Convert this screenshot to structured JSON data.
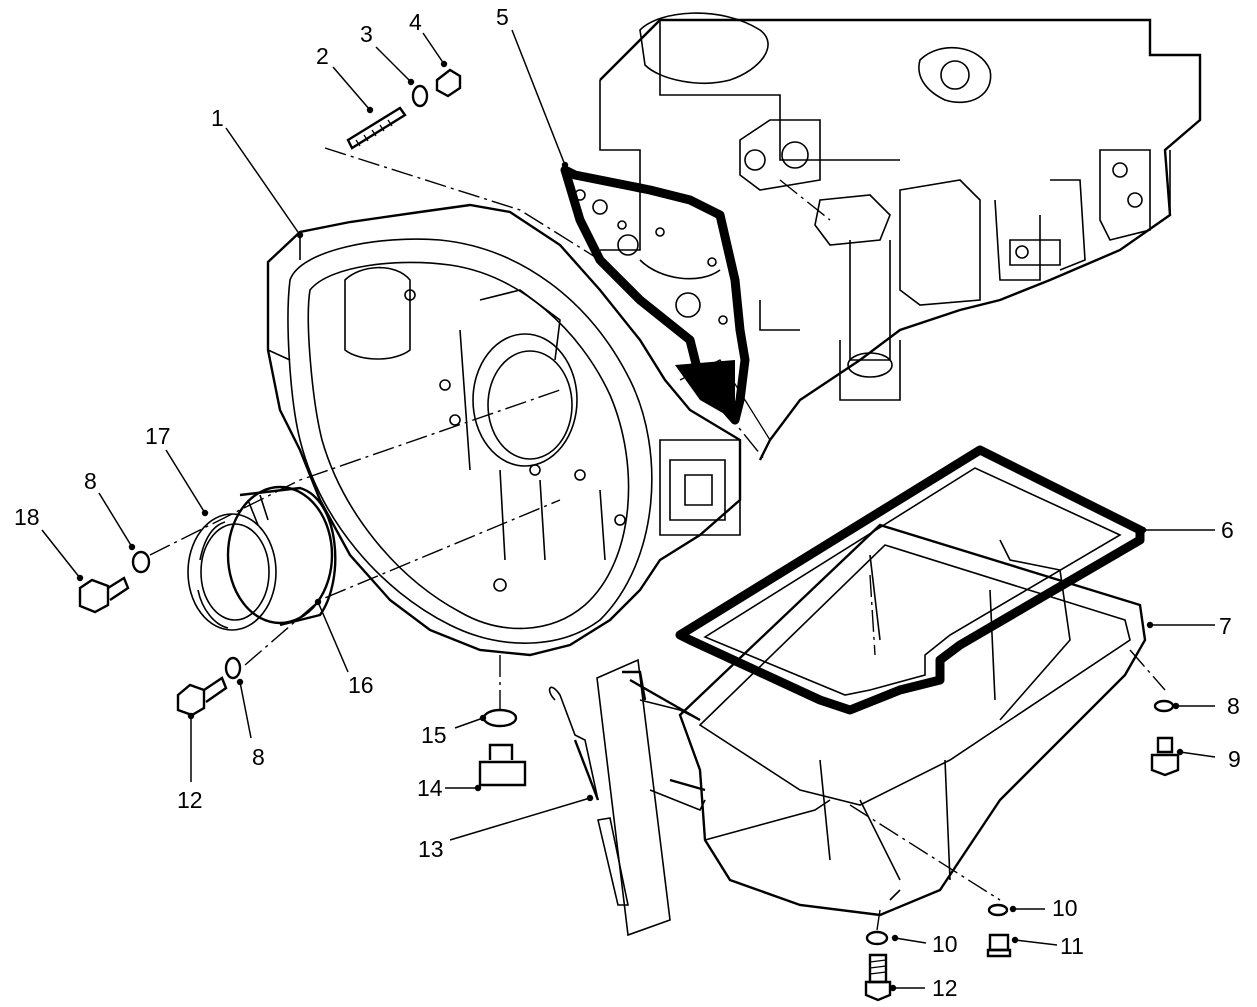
{
  "callouts": [
    {
      "id": "c1",
      "text": "1"
    },
    {
      "id": "c2",
      "text": "2"
    },
    {
      "id": "c3",
      "text": "3"
    },
    {
      "id": "c4",
      "text": "4"
    },
    {
      "id": "c5",
      "text": "5"
    },
    {
      "id": "c6",
      "text": "6"
    },
    {
      "id": "c7",
      "text": "7"
    },
    {
      "id": "c8a",
      "text": "8"
    },
    {
      "id": "c8b",
      "text": "8"
    },
    {
      "id": "c8c",
      "text": "8"
    },
    {
      "id": "c9",
      "text": "9"
    },
    {
      "id": "c10a",
      "text": "10"
    },
    {
      "id": "c10b",
      "text": "10"
    },
    {
      "id": "c11",
      "text": "11"
    },
    {
      "id": "c12a",
      "text": "12"
    },
    {
      "id": "c12b",
      "text": "12"
    },
    {
      "id": "c13",
      "text": "13"
    },
    {
      "id": "c14",
      "text": "14"
    },
    {
      "id": "c15",
      "text": "15"
    },
    {
      "id": "c16",
      "text": "16"
    },
    {
      "id": "c17",
      "text": "17"
    },
    {
      "id": "c18",
      "text": "18"
    }
  ]
}
